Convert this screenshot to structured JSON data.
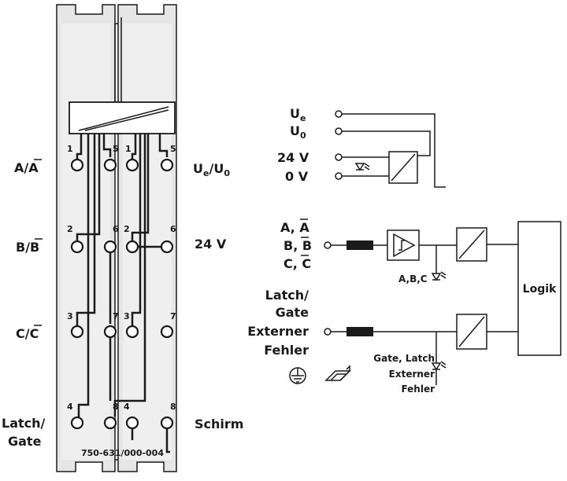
{
  "module": {
    "part_number": "750-631/000-004",
    "left_labels": {
      "a": "A/A",
      "b": "B/B",
      "c": "C/C",
      "latch": "Latch/",
      "gate": "Gate"
    },
    "right_labels": {
      "ue": "U",
      "ue_sub": "e",
      "u0": "U",
      "u0_sub": "0",
      "v24": "24 V",
      "schirm": "Schirm"
    },
    "terminal_numbers": [
      "1",
      "5",
      "1",
      "5",
      "2",
      "6",
      "2",
      "6",
      "3",
      "7",
      "3",
      "7",
      "4",
      "8",
      "4",
      "8"
    ]
  },
  "circuit": {
    "supply": {
      "ue": "U",
      "ue_sub": "e",
      "u0": "U",
      "u0_sub": "0",
      "v24": "24 V",
      "v0": "0 V"
    },
    "inputs_abc": {
      "a": "A, A",
      "b": "B, B",
      "c": "C, C",
      "led": "A,B,C"
    },
    "inputs_latch": {
      "l1": "Latch/",
      "l2": "Gate",
      "l3": "Externer",
      "l4": "Fehler"
    },
    "led_latch": {
      "l1": "Gate, Latch",
      "l2": "Externer",
      "l3": "Fehler"
    },
    "logic": "Logik"
  }
}
